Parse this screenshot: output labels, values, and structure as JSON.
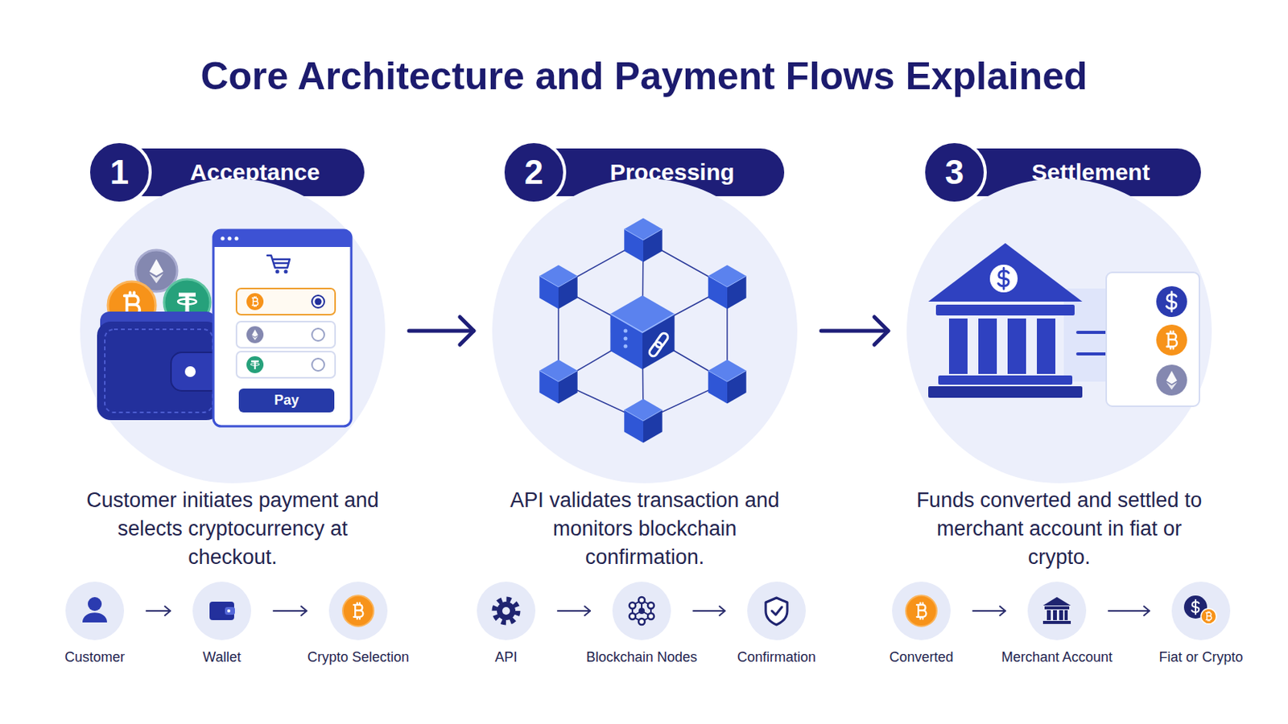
{
  "diagram": {
    "title": "Core Architecture and Payment Flows Explained",
    "nodes": [
      {
        "text": [
          "1",
          "Acceptance"
        ]
      },
      {
        "text": [
          "Customer initiates payment and selects cryptocurrency at checkout."
        ]
      },
      {
        "text": [
          "Pay"
        ],
        "in": 1
      },
      {
        "text": [
          "2",
          "Processing"
        ]
      },
      {
        "text": [
          "API validates transaction and monitors blockchain confirmation."
        ]
      },
      {
        "text": [
          "3",
          "Settlement"
        ]
      },
      {
        "text": [
          "Funds converted and settled to merchant account in fiat or crypto."
        ]
      },
      {
        "text": [
          "Customer"
        ]
      },
      {
        "text": [
          "Wallet"
        ]
      },
      {
        "text": [
          "Crypto Selection"
        ]
      },
      {
        "text": [
          "API"
        ]
      },
      {
        "text": [
          "Blockchain Nodes"
        ]
      },
      {
        "text": [
          "Confirmation"
        ]
      },
      {
        "text": [
          "Converted"
        ]
      },
      {
        "text": [
          "Merchant Account"
        ]
      },
      {
        "text": [
          "Fiat or Crypto"
        ]
      }
    ],
    "edges": [
      {
        "from": 1,
        "to": 4,
        "arrow": "to"
      },
      {
        "from": 4,
        "to": 6,
        "arrow": "to"
      },
      {
        "from": 7,
        "to": 8,
        "arrow": "to"
      },
      {
        "from": 8,
        "to": 9,
        "arrow": "to"
      },
      {
        "from": 10,
        "to": 11,
        "arrow": "to"
      },
      {
        "from": 11,
        "to": 12,
        "arrow": "to"
      },
      {
        "from": 13,
        "to": 14,
        "arrow": "to"
      },
      {
        "from": 14,
        "to": 15,
        "arrow": "to"
      }
    ]
  }
}
